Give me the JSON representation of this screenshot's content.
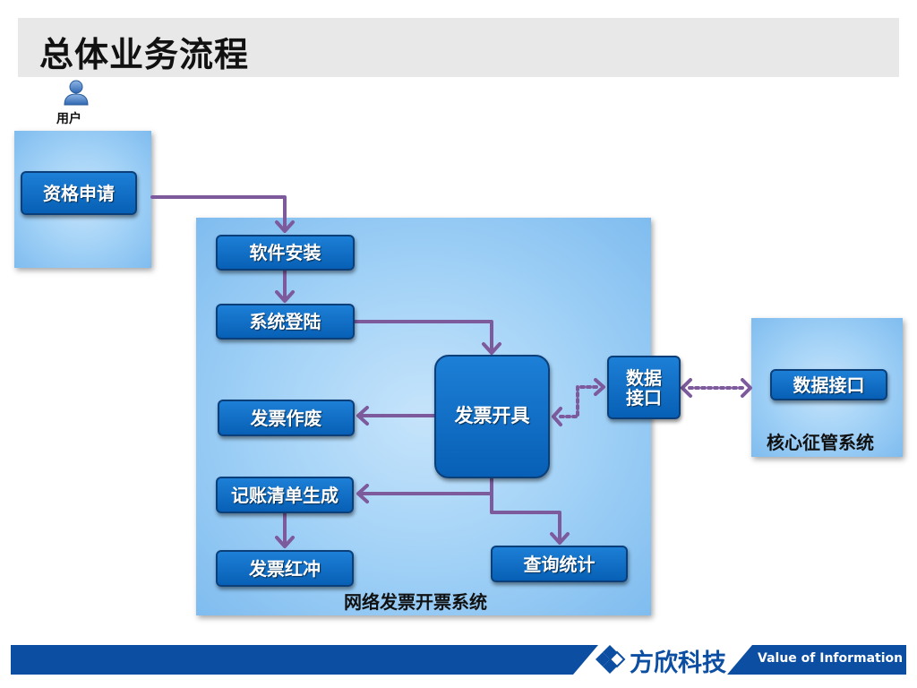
{
  "title": "总体业务流程",
  "user": {
    "label": "用户"
  },
  "panels": {
    "network_system": "网络发票开票系统",
    "core_system": "核心征管系统"
  },
  "nodes": {
    "qualification": "资格申请",
    "software_install": "软件安装",
    "system_login": "系统登陆",
    "invoice_void": "发票作废",
    "ledger_generate": "记账清单生成",
    "invoice_red": "发票红冲",
    "invoice_issue": "发票开具",
    "data_interface_left": "数据接口",
    "data_interface_right": "数据接口",
    "query_stats": "查询统计"
  },
  "footer": {
    "company": "方欣科技",
    "tagline": "Value of Information"
  },
  "colors": {
    "arrow": "#7d5a9c",
    "node": "#0b6cc9",
    "footer": "#0b4ea2"
  }
}
